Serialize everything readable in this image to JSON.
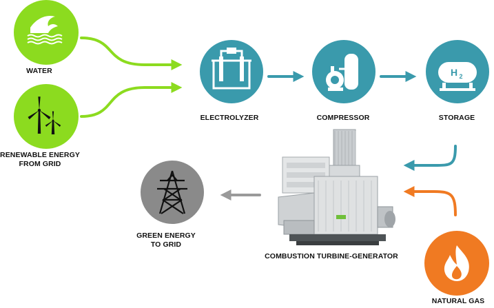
{
  "colors": {
    "green": "#8cdb1f",
    "teal": "#3a9aac",
    "orange": "#f07a22",
    "gray": "#8a8a8a",
    "arrow_gray": "#9a9a9a"
  },
  "nodes": [
    {
      "id": "water",
      "label_lines": [
        "WATER"
      ],
      "icon": "water-wave-icon"
    },
    {
      "id": "renewable",
      "label_lines": [
        "RENEWABLE ENERGY",
        "FROM GRID"
      ],
      "icon": "wind-turbine-icon"
    },
    {
      "id": "electrolyzer",
      "label_lines": [
        "ELECTROLYZER"
      ],
      "icon": "electrolyzer-icon"
    },
    {
      "id": "compressor",
      "label_lines": [
        "COMPRESSOR"
      ],
      "icon": "compressor-icon"
    },
    {
      "id": "storage",
      "label_lines": [
        "STORAGE"
      ],
      "icon": "hydrogen-tank-icon",
      "icon_text": "H",
      "icon_sub": "2"
    },
    {
      "id": "turbine",
      "label_lines": [
        "COMBUSTION TURBINE-GENERATOR"
      ],
      "icon": "turbine-generator-image"
    },
    {
      "id": "gas",
      "label_lines": [
        "NATURAL GAS"
      ],
      "icon": "flame-icon"
    },
    {
      "id": "grid",
      "label_lines": [
        "GREEN ENERGY",
        "TO GRID"
      ],
      "icon": "transmission-tower-icon"
    }
  ]
}
